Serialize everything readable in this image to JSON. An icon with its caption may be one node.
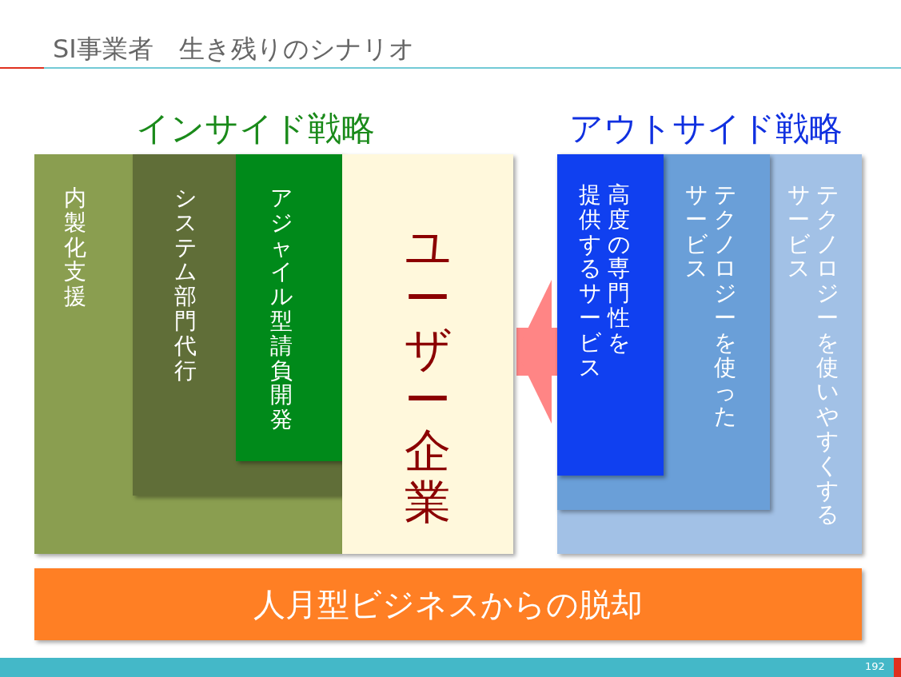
{
  "diagram": {
    "title": "SI事業者　生き残りのシナリオ",
    "nodes": [
      {
        "text": [
          "内製化支援"
        ]
      },
      {
        "text": [
          "システム部門代行"
        ],
        "in": 0
      },
      {
        "text": [
          "アジャイル型請負開発"
        ],
        "in": 1
      },
      {
        "text": [
          "ユーザー企業"
        ]
      },
      {
        "text": [
          "テクノロジーを使いやすくするサービス"
        ]
      },
      {
        "text": [
          "テクノロジーを使ったサービス"
        ],
        "in": 4
      },
      {
        "text": [
          "高度の専門性を提供するサービス"
        ],
        "in": 5
      },
      {
        "text": [
          "人月型ビジネスからの脱却"
        ]
      }
    ],
    "edges": [
      {
        "from": 4,
        "to": 3,
        "arrow": "to"
      }
    ],
    "labels": [
      "インサイド戦略",
      "アウトサイド戦略",
      "192"
    ]
  }
}
